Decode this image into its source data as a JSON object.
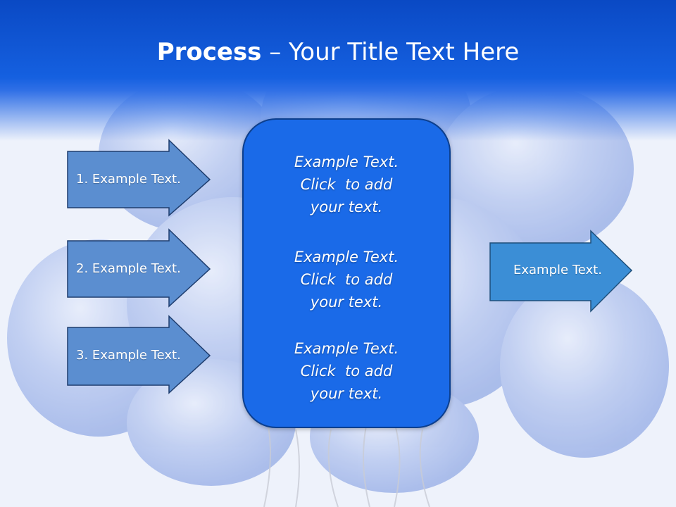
{
  "slide": {
    "title_bold": "Process",
    "title_rest": " – Your Title Text Here"
  },
  "inputs": [
    {
      "label": "1. Example Text."
    },
    {
      "label": "2. Example Text."
    },
    {
      "label": "3. Example Text."
    }
  ],
  "center": {
    "items": [
      {
        "line1": "Example Text.",
        "line2": "Click  to add",
        "line3": "your text."
      },
      {
        "line1": "Example Text.",
        "line2": "Click  to add",
        "line3": "your text."
      },
      {
        "line1": "Example Text.",
        "line2": "Click  to add",
        "line3": "your text."
      }
    ]
  },
  "output": {
    "label": "Example Text."
  },
  "colors": {
    "title_band": "#0a49c4",
    "input_arrow_fill": "#5b8ed0",
    "input_arrow_stroke": "#1e3d6e",
    "center_fill": "#1a6ae8",
    "center_stroke": "#0c3f8e",
    "output_arrow_fill": "#3b8ed6",
    "output_arrow_stroke": "#1e4f7a"
  }
}
